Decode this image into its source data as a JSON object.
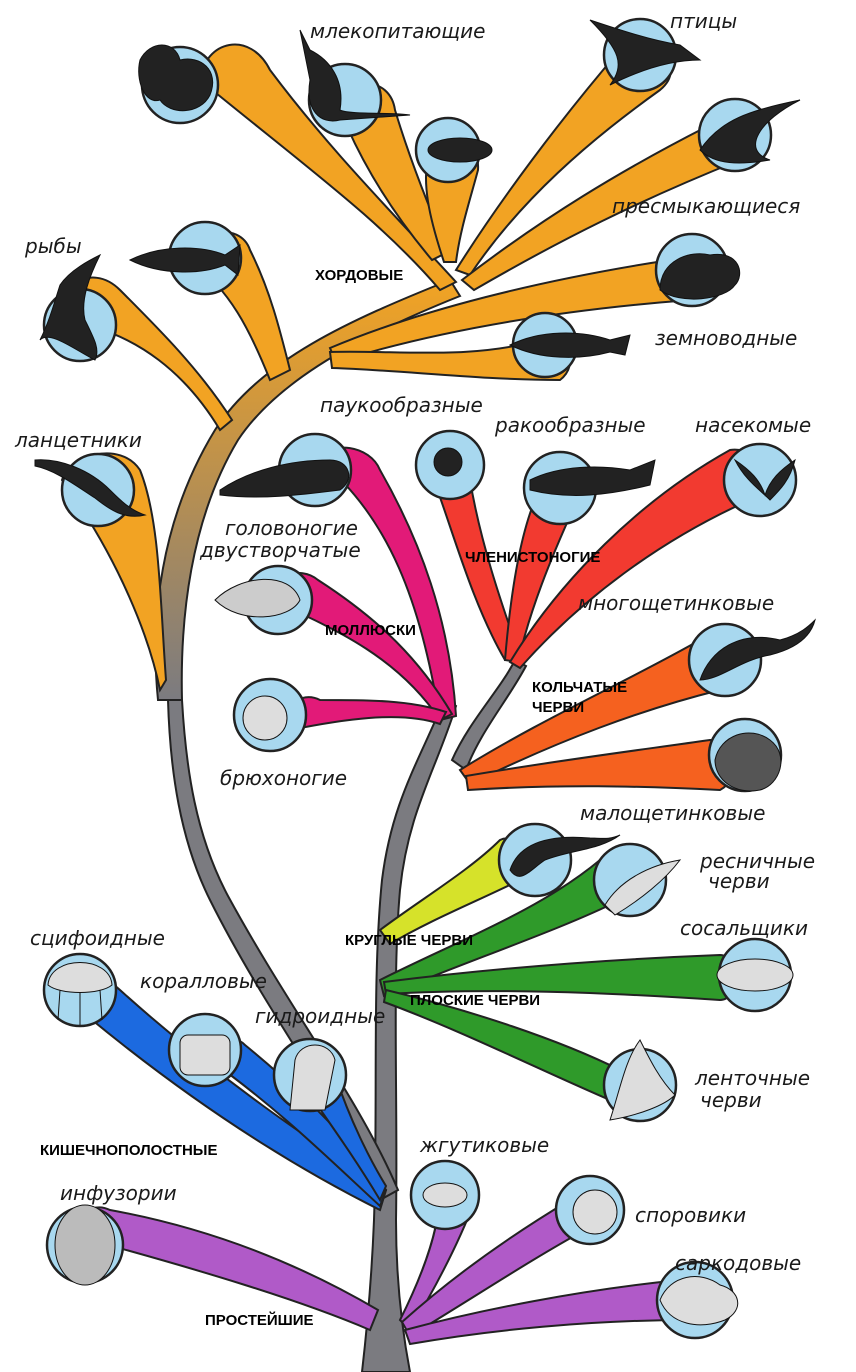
{
  "groups": {
    "chordates": "ХОРДОВЫЕ",
    "arthropods": "ЧЛЕНИСТОНОГИЕ",
    "molluscs": "МОЛЛЮСКИ",
    "annelids_1": "КОЛЬЧАТЫЕ",
    "annelids_2": "ЧЕРВИ",
    "roundworms": "КРУГЛЫЕ ЧЕРВИ",
    "flatworms": "ПЛОСКИЕ ЧЕРВИ",
    "coelenterates": "КИШЕЧНОПОЛОСТНЫЕ",
    "protozoa": "ПРОСТЕЙШИЕ"
  },
  "labels": {
    "mammals": "млекопитающие",
    "birds": "птицы",
    "reptiles": "пресмыкающиеся",
    "amphibians": "земноводные",
    "fishes": "рыбы",
    "lancelets": "ланцетники",
    "arachnids": "паукообразные",
    "crustaceans": "ракообразные",
    "insects": "насекомые",
    "cephalopods": "головоногие",
    "bivalves": "двустворчатые",
    "gastropods": "брюхоногие",
    "polychaetes": "многощетинковые",
    "oligochaetes": "малощетинковые",
    "turbellaria_1": "ресничные",
    "turbellaria_2": "черви",
    "flukes": "сосальщики",
    "tapeworms_1": "ленточные",
    "tapeworms_2": "черви",
    "scyphozoa": "сцифоидные",
    "corals": "коралловые",
    "hydrozoa": "гидроидные",
    "flagellates": "жгутиковые",
    "sporozoa": "споровики",
    "ciliates": "инфузории",
    "sarcodina": "саркодовые"
  },
  "colors": {
    "trunk": "#7b7b80",
    "chordates": "#f2a323",
    "molluscs": "#e21a78",
    "arthropods": "#f23a30",
    "annelids": "#f5611f",
    "roundworms": "#d6e22a",
    "flatworms": "#2f9a2a",
    "coelenterates": "#1c6ae0",
    "protozoa": "#b05ac8",
    "bubble": "#a8d8ef"
  }
}
